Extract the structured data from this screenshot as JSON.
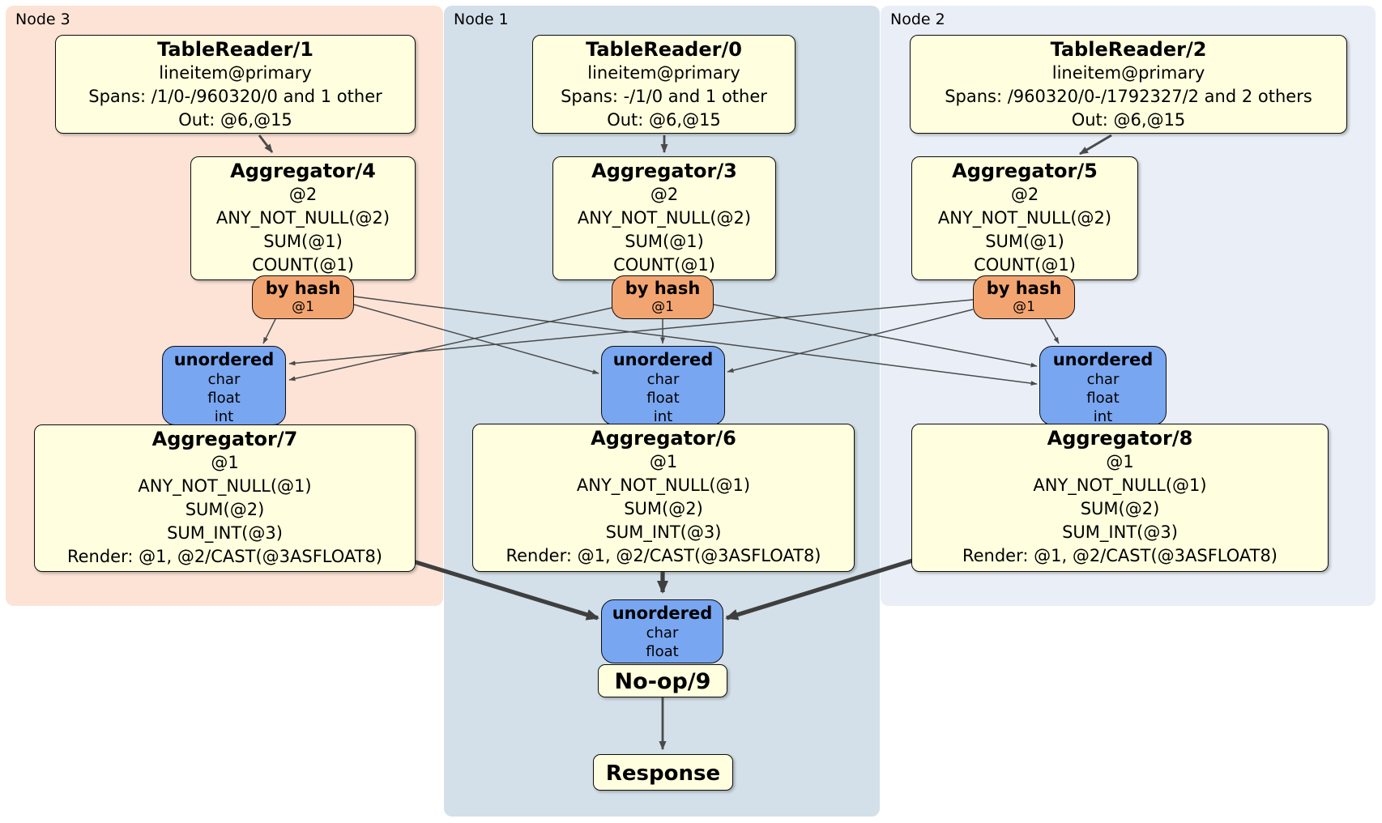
{
  "diagram": {
    "panels": [
      {
        "label": "Node 3",
        "color": "#fce3d6"
      },
      {
        "label": "Node 1",
        "color": "#d3e0e9"
      },
      {
        "label": "Node 2",
        "color": "#e9eef7"
      }
    ],
    "tablereaders": [
      {
        "title": "TableReader/1",
        "lines": [
          "lineitem@primary",
          "Spans: /1/0-/960320/0 and 1 other",
          "Out: @6,@15"
        ]
      },
      {
        "title": "TableReader/0",
        "lines": [
          "lineitem@primary",
          "Spans: -/1/0 and 1 other",
          "Out: @6,@15"
        ]
      },
      {
        "title": "TableReader/2",
        "lines": [
          "lineitem@primary",
          "Spans: /960320/0-/1792327/2 and 2 others",
          "Out: @6,@15"
        ]
      }
    ],
    "aggregators_top": [
      {
        "title": "Aggregator/4",
        "lines": [
          "@2",
          "ANY_NOT_NULL(@2)",
          "SUM(@1)",
          "COUNT(@1)"
        ]
      },
      {
        "title": "Aggregator/3",
        "lines": [
          "@2",
          "ANY_NOT_NULL(@2)",
          "SUM(@1)",
          "COUNT(@1)"
        ]
      },
      {
        "title": "Aggregator/5",
        "lines": [
          "@2",
          "ANY_NOT_NULL(@2)",
          "SUM(@1)",
          "COUNT(@1)"
        ]
      }
    ],
    "routers": [
      {
        "title": "by hash",
        "lines": [
          "@1"
        ]
      },
      {
        "title": "by hash",
        "lines": [
          "@1"
        ]
      },
      {
        "title": "by hash",
        "lines": [
          "@1"
        ]
      }
    ],
    "syncs": [
      {
        "title": "unordered",
        "lines": [
          "char",
          "float",
          "int"
        ]
      },
      {
        "title": "unordered",
        "lines": [
          "char",
          "float",
          "int"
        ]
      },
      {
        "title": "unordered",
        "lines": [
          "char",
          "float",
          "int"
        ]
      }
    ],
    "aggregators_bottom": [
      {
        "title": "Aggregator/7",
        "lines": [
          "@1",
          "ANY_NOT_NULL(@1)",
          "SUM(@2)",
          "SUM_INT(@3)",
          "Render: @1, @2/CAST(@3ASFLOAT8)"
        ]
      },
      {
        "title": "Aggregator/6",
        "lines": [
          "@1",
          "ANY_NOT_NULL(@1)",
          "SUM(@2)",
          "SUM_INT(@3)",
          "Render: @1, @2/CAST(@3ASFLOAT8)"
        ]
      },
      {
        "title": "Aggregator/8",
        "lines": [
          "@1",
          "ANY_NOT_NULL(@1)",
          "SUM(@2)",
          "SUM_INT(@3)",
          "Render: @1, @2/CAST(@3ASFLOAT8)"
        ]
      }
    ],
    "final_sync": {
      "title": "unordered",
      "lines": [
        "char",
        "float"
      ]
    },
    "noop": {
      "title": "No-op/9"
    },
    "response": {
      "title": "Response"
    },
    "edges": [
      "TableReader/1 -> Aggregator/4",
      "TableReader/0 -> Aggregator/3",
      "TableReader/2 -> Aggregator/5",
      "by hash (Node 3) -> unordered (Node 3, Node 1, Node 2)",
      "by hash (Node 1) -> unordered (Node 3, Node 1, Node 2)",
      "by hash (Node 2) -> unordered (Node 3, Node 1, Node 2)",
      "Aggregator/7 -> unordered final",
      "Aggregator/6 -> unordered final",
      "Aggregator/8 -> unordered final",
      "No-op/9 -> Response"
    ],
    "colors": {
      "processor_box": "#ffffdf",
      "router_box": "#f3a571",
      "sync_box": "#78a6f1",
      "edge_line": "#4a4a4a",
      "panel_node3": "#fce3d6",
      "panel_node1": "#d3e0e9",
      "panel_node2": "#e9eef7"
    }
  }
}
